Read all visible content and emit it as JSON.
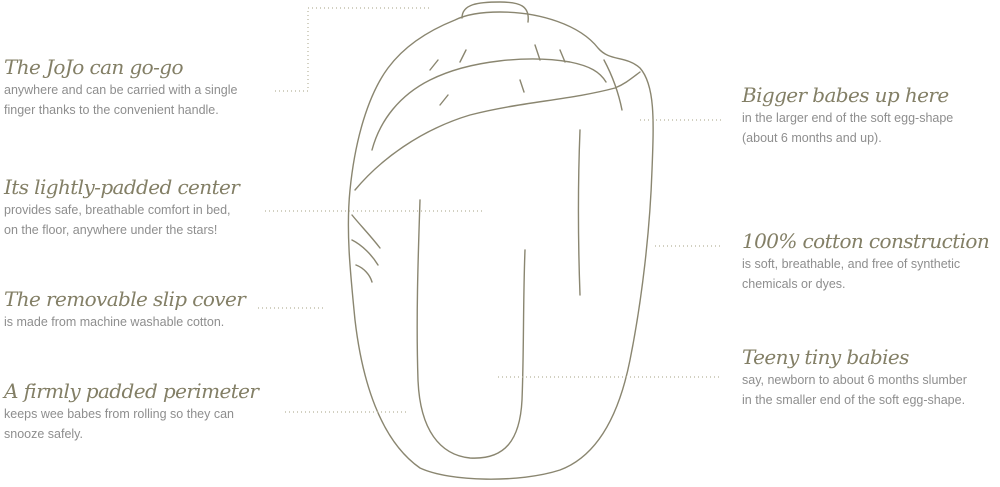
{
  "colors": {
    "title": "#837f66",
    "body": "#8e8e8e",
    "outline": "#8a8670",
    "leader": "#b8b49c"
  },
  "callouts": [
    {
      "title": "The JoJo can go-go",
      "lines": [
        "anywhere and can be carried with a single",
        "finger thanks to the convenient handle."
      ]
    },
    {
      "title": "Its lightly-padded center",
      "lines": [
        "provides safe, breathable comfort in bed,",
        "on the floor,  anywhere under the stars!"
      ]
    },
    {
      "title": "The removable slip cover",
      "lines": [
        "is made from machine washable cotton."
      ]
    },
    {
      "title": "A firmly padded perimeter",
      "lines": [
        "keeps wee babes from rolling so they can",
        "snooze safely."
      ]
    },
    {
      "title": "Bigger babes up here",
      "lines": [
        "in the larger end of the soft egg-shape",
        "(about 6 months and up)."
      ]
    },
    {
      "title": "100% cotton construction",
      "lines": [
        "is soft, breathable, and free of synthetic",
        "chemicals or dyes."
      ]
    },
    {
      "title": "Teeny tiny babies",
      "lines": [
        "say, newborn to about 6 months slumber",
        "in the smaller end of the soft egg-shape."
      ]
    }
  ]
}
